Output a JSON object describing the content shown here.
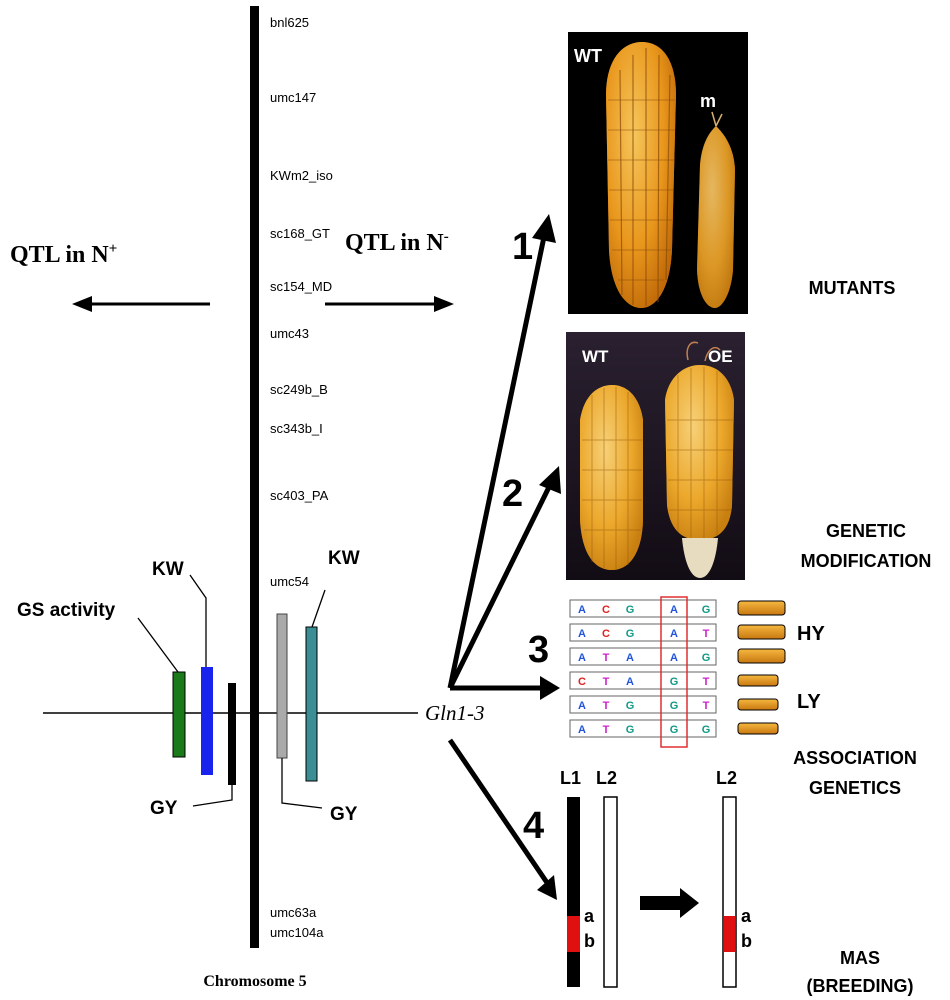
{
  "chromosome": {
    "title": "Chromosome 5",
    "markers": [
      "bnl625",
      "umc147",
      "KWm2_iso",
      "sc168_GT",
      "sc154_MD",
      "umc43",
      "sc249b_B",
      "sc343b_I",
      "sc403_PA",
      "umc54",
      "umc63a",
      "umc104a"
    ]
  },
  "qtl": {
    "left_main": "QTL in N",
    "left_sup": "+",
    "right_main": "QTL in N",
    "right_sup": "-"
  },
  "traits": {
    "gs_activity": "GS activity",
    "kw_left": "KW",
    "gy_left": "GY",
    "kw_right": "KW",
    "gy_right": "GY"
  },
  "gene": "Gln1-3",
  "approaches": [
    {
      "number": "1",
      "label_lines": [
        "MUTANTS"
      ]
    },
    {
      "number": "2",
      "label_lines": [
        "GENETIC",
        "MODIFICATION"
      ]
    },
    {
      "number": "3",
      "label_lines": [
        "ASSOCIATION",
        "GENETICS"
      ]
    },
    {
      "number": "4",
      "label_lines": [
        "MAS",
        "(BREEDING)"
      ]
    }
  ],
  "photo1": {
    "wt": "WT",
    "m": "m"
  },
  "photo2": {
    "wt": "WT",
    "oe": "OE"
  },
  "association": {
    "rows": [
      [
        "A",
        "C",
        "G",
        "A",
        "G"
      ],
      [
        "A",
        "C",
        "G",
        "A",
        "T"
      ],
      [
        "A",
        "T",
        "A",
        "A",
        "G"
      ],
      [
        "C",
        "T",
        "A",
        "G",
        "T"
      ],
      [
        "A",
        "T",
        "G",
        "G",
        "T"
      ],
      [
        "A",
        "T",
        "G",
        "G",
        "G"
      ]
    ],
    "hy": "HY",
    "ly": "LY",
    "base_colors": {
      "A": "#2255dd",
      "C": "#dd2222",
      "G": "#119988",
      "T": "#cc22cc"
    }
  },
  "mas": {
    "l1": "L1",
    "l2": "L2",
    "l2_result": "L2",
    "a": "a",
    "b": "b"
  }
}
